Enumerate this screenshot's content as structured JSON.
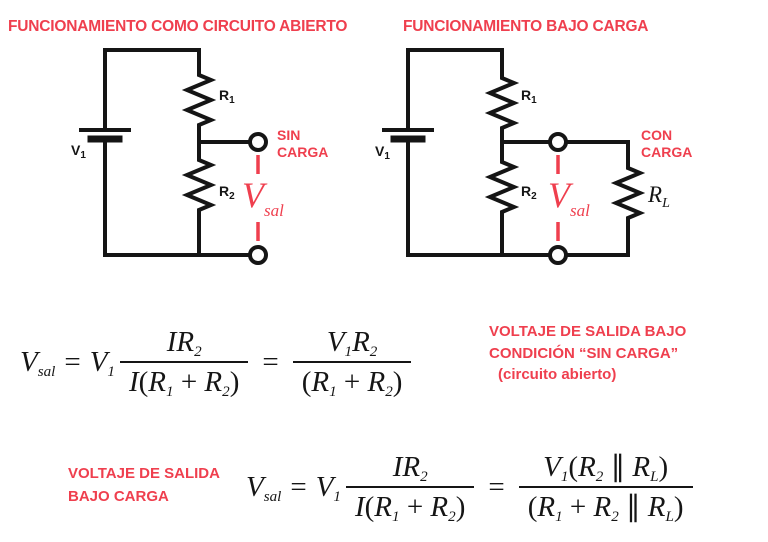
{
  "colors": {
    "red": "#ef3f4e",
    "ink": "#151515",
    "background": "#ffffff"
  },
  "titles": {
    "left": "FUNCIONAMIENTO COMO CIRCUITO ABIERTO",
    "right": "FUNCIONAMIENTO BAJO CARGA"
  },
  "circuit_open": {
    "source_label": {
      "base": "V",
      "sub": "1"
    },
    "r1": {
      "base": "R",
      "sub": "1"
    },
    "r2": {
      "base": "R",
      "sub": "2"
    },
    "load_note": {
      "line1": "SIN",
      "line2": "CARGA"
    },
    "vout": {
      "base": "V",
      "sub": "sal"
    }
  },
  "circuit_loaded": {
    "source_label": {
      "base": "V",
      "sub": "1"
    },
    "r1": {
      "base": "R",
      "sub": "1"
    },
    "r2": {
      "base": "R",
      "sub": "2"
    },
    "rl": {
      "base": "R",
      "sub": "L"
    },
    "load_note": {
      "line1": "CON",
      "line2": "CARGA"
    },
    "vout": {
      "base": "V",
      "sub": "sal"
    }
  },
  "annotation_open": {
    "line1": "VOLTAJE DE SALIDA BAJO",
    "line2": "CONDICIÓN “SIN CARGA”",
    "line3": "(circuito abierto)"
  },
  "annotation_load": {
    "line1": "VOLTAJE DE SALIDA",
    "line2": "BAJO CARGA"
  },
  "formula_open": {
    "tokens": [
      {
        "t": "V",
        "it": true,
        "sub": "sal",
        "subit": true
      },
      {
        "t": "=",
        "op": true
      },
      {
        "t": "V",
        "it": true,
        "sub": "1"
      },
      {
        "frac": {
          "num": [
            {
              "t": "IR",
              "it": true,
              "sub": "2"
            }
          ],
          "den": [
            {
              "t": "I",
              "it": true
            },
            {
              "t": "("
            },
            {
              "t": "R",
              "it": true,
              "sub": "1"
            },
            {
              "t": " + "
            },
            {
              "t": "R",
              "it": true,
              "sub": "2"
            },
            {
              "t": ")"
            }
          ]
        }
      },
      {
        "t": "=",
        "op": true
      },
      {
        "frac": {
          "num": [
            {
              "t": "V",
              "it": true,
              "sub": "1"
            },
            {
              "t": "R",
              "it": true,
              "sub": "2"
            }
          ],
          "den": [
            {
              "t": "("
            },
            {
              "t": "R",
              "it": true,
              "sub": "1"
            },
            {
              "t": " + "
            },
            {
              "t": "R",
              "it": true,
              "sub": "2"
            },
            {
              "t": ")"
            }
          ]
        }
      }
    ]
  },
  "formula_load": {
    "tokens": [
      {
        "t": "V",
        "it": true,
        "sub": "sal",
        "subit": true
      },
      {
        "t": "=",
        "op": true
      },
      {
        "t": "V",
        "it": true,
        "sub": "1"
      },
      {
        "frac": {
          "num": [
            {
              "t": "IR",
              "it": true,
              "sub": "2"
            }
          ],
          "den": [
            {
              "t": "I",
              "it": true
            },
            {
              "t": "("
            },
            {
              "t": "R",
              "it": true,
              "sub": "1"
            },
            {
              "t": " + "
            },
            {
              "t": "R",
              "it": true,
              "sub": "2"
            },
            {
              "t": ")"
            }
          ]
        }
      },
      {
        "t": "=",
        "op": true
      },
      {
        "frac": {
          "num": [
            {
              "t": "V",
              "it": true,
              "sub": "1"
            },
            {
              "t": "("
            },
            {
              "t": "R",
              "it": true,
              "sub": "2"
            },
            {
              "t": " ∥ "
            },
            {
              "t": "R",
              "it": true,
              "sub": "L",
              "subit": true
            },
            {
              "t": ")"
            }
          ],
          "den": [
            {
              "t": "("
            },
            {
              "t": "R",
              "it": true,
              "sub": "1"
            },
            {
              "t": " + "
            },
            {
              "t": "R",
              "it": true,
              "sub": "2"
            },
            {
              "t": " ∥ "
            },
            {
              "t": "R",
              "it": true,
              "sub": "L",
              "subit": true
            },
            {
              "t": ")"
            }
          ]
        }
      }
    ]
  }
}
